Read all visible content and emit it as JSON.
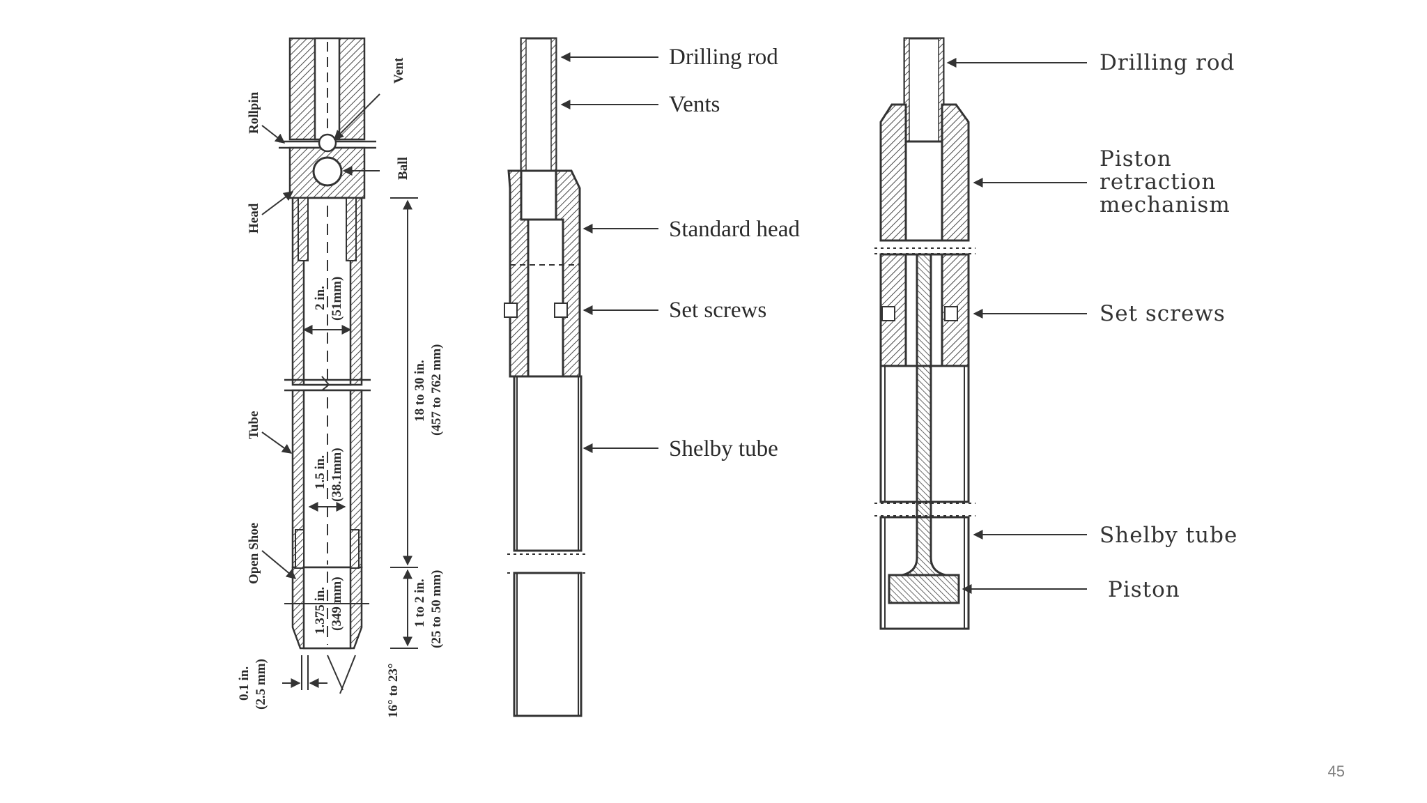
{
  "left_drawing": {
    "labels": {
      "rollpin": "Rollpin",
      "vent": "Vent",
      "ball": "Ball",
      "head": "Head",
      "tube": "Tube",
      "open_shoe": "Open Shoe",
      "dim_2in_a": "2 in.",
      "dim_2in_b": "(51mm)",
      "dim_15in_a": "1.5 in.",
      "dim_15in_b": "(38.1mm)",
      "dim_1375in_a": "1.375 in.",
      "dim_1375in_b": "(349 mm)",
      "dim_18to30_a": "18 to 30 in.",
      "dim_18to30_b": "(457 to 762 mm)",
      "dim_1to2_a": "1 to 2 in.",
      "dim_1to2_b": "(25 to 50 mm)",
      "dim_01in_a": "0.1 in.",
      "dim_01in_b": "(2.5 mm)",
      "angle": "16° to 23°"
    }
  },
  "middle_drawing": {
    "labels": {
      "drilling_rod": "Drilling rod",
      "vents": "Vents",
      "standard_head": "Standard head",
      "set_screws": "Set screws",
      "shelby_tube": "Shelby tube"
    }
  },
  "right_drawing": {
    "labels": {
      "drilling_rod": "Drilling rod",
      "piston_retraction_1": "Piston",
      "piston_retraction_2": "retraction",
      "piston_retraction_3": "mechanism",
      "set_screws": "Set screws",
      "shelby_tube": "Shelby tube",
      "piston": "Piston"
    }
  },
  "page_number": "45"
}
